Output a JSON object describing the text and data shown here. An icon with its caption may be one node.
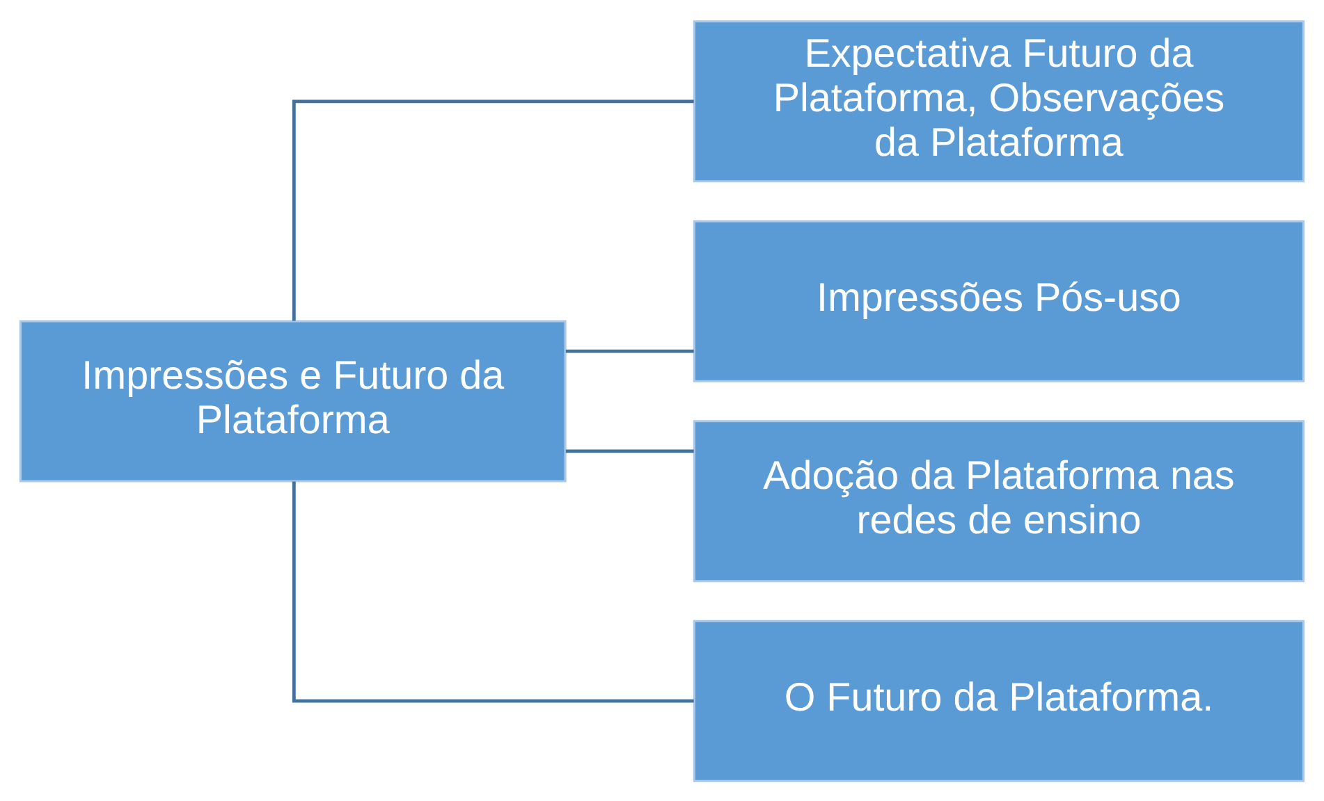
{
  "diagram": {
    "nodes": [
      {
        "text": [
          "Impressões e Futuro da Plataforma"
        ]
      },
      {
        "text": [
          "Expectativa Futuro da Plataforma, Observações da Plataforma"
        ]
      },
      {
        "text": [
          "Impressões Pós-uso"
        ]
      },
      {
        "text": [
          "Adoção da Plataforma nas redes de ensino"
        ]
      },
      {
        "text": [
          "O Futuro da Plataforma."
        ]
      }
    ],
    "edges": [
      {
        "from": 0,
        "to": 1,
        "arrow": "none"
      },
      {
        "from": 0,
        "to": 2,
        "arrow": "none"
      },
      {
        "from": 0,
        "to": 3,
        "arrow": "none"
      },
      {
        "from": 0,
        "to": 4,
        "arrow": "none"
      }
    ]
  }
}
